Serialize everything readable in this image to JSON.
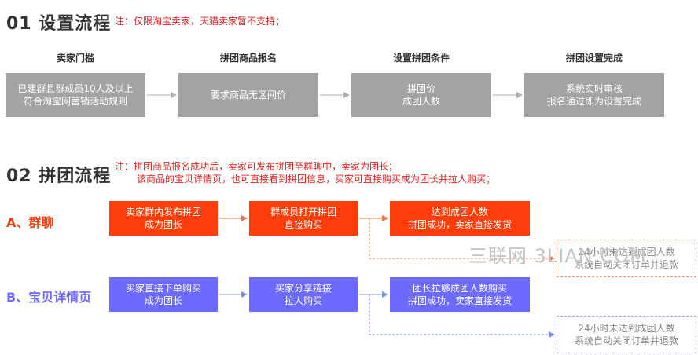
{
  "section1": {
    "title": "01 设置流程",
    "note": "注：仅限淘宝卖家，天猫卖家暂不支持；",
    "steps": [
      {
        "heading": "卖家门槛",
        "text": "已建群且群成员10人及以上\n符合淘宝网营销活动规则"
      },
      {
        "heading": "拼团商品报名",
        "text": "要求商品无区间价"
      },
      {
        "heading": "设置拼团条件",
        "text": "拼团价\n成团人数"
      },
      {
        "heading": "拼团设置完成",
        "text": "系统实时审核\n报名通过即为设置完成"
      }
    ]
  },
  "section2": {
    "title": "02 拼团流程",
    "note_line1": "注：拼团商品报名成功后，卖家可发布拼团至群聊中，卖家为团长；",
    "note_line2": "该商品的宝贝详情页，也可直接看到拼团信息，买家可直接购买成为团长并拉人购买；",
    "flowA": {
      "label": "A、群聊",
      "steps": [
        "卖家群内发布拼团\n成为团长",
        "群成员打开拼团\n直接购买",
        "达到成团人数\n拼团成功，卖家直接发货"
      ],
      "fail": "24小时未达到成团人数\n系统自动关闭订单并退款"
    },
    "flowB": {
      "label": "B、宝贝详情页",
      "steps": [
        "买家直接下单购买\n成为团长",
        "买家分享链接\n拉人购买",
        "团长拉够成团人数购买\n拼团成功，卖家直接发货"
      ],
      "fail": "24小时未达到成团人数\n系统自动关闭订单并退款"
    }
  },
  "watermark": "三联网 3LIAN.COM",
  "colors": {
    "red": "#fe3d0a",
    "blue": "#6c6aff",
    "gray": "#a3a3a3",
    "note": "#e02020"
  }
}
